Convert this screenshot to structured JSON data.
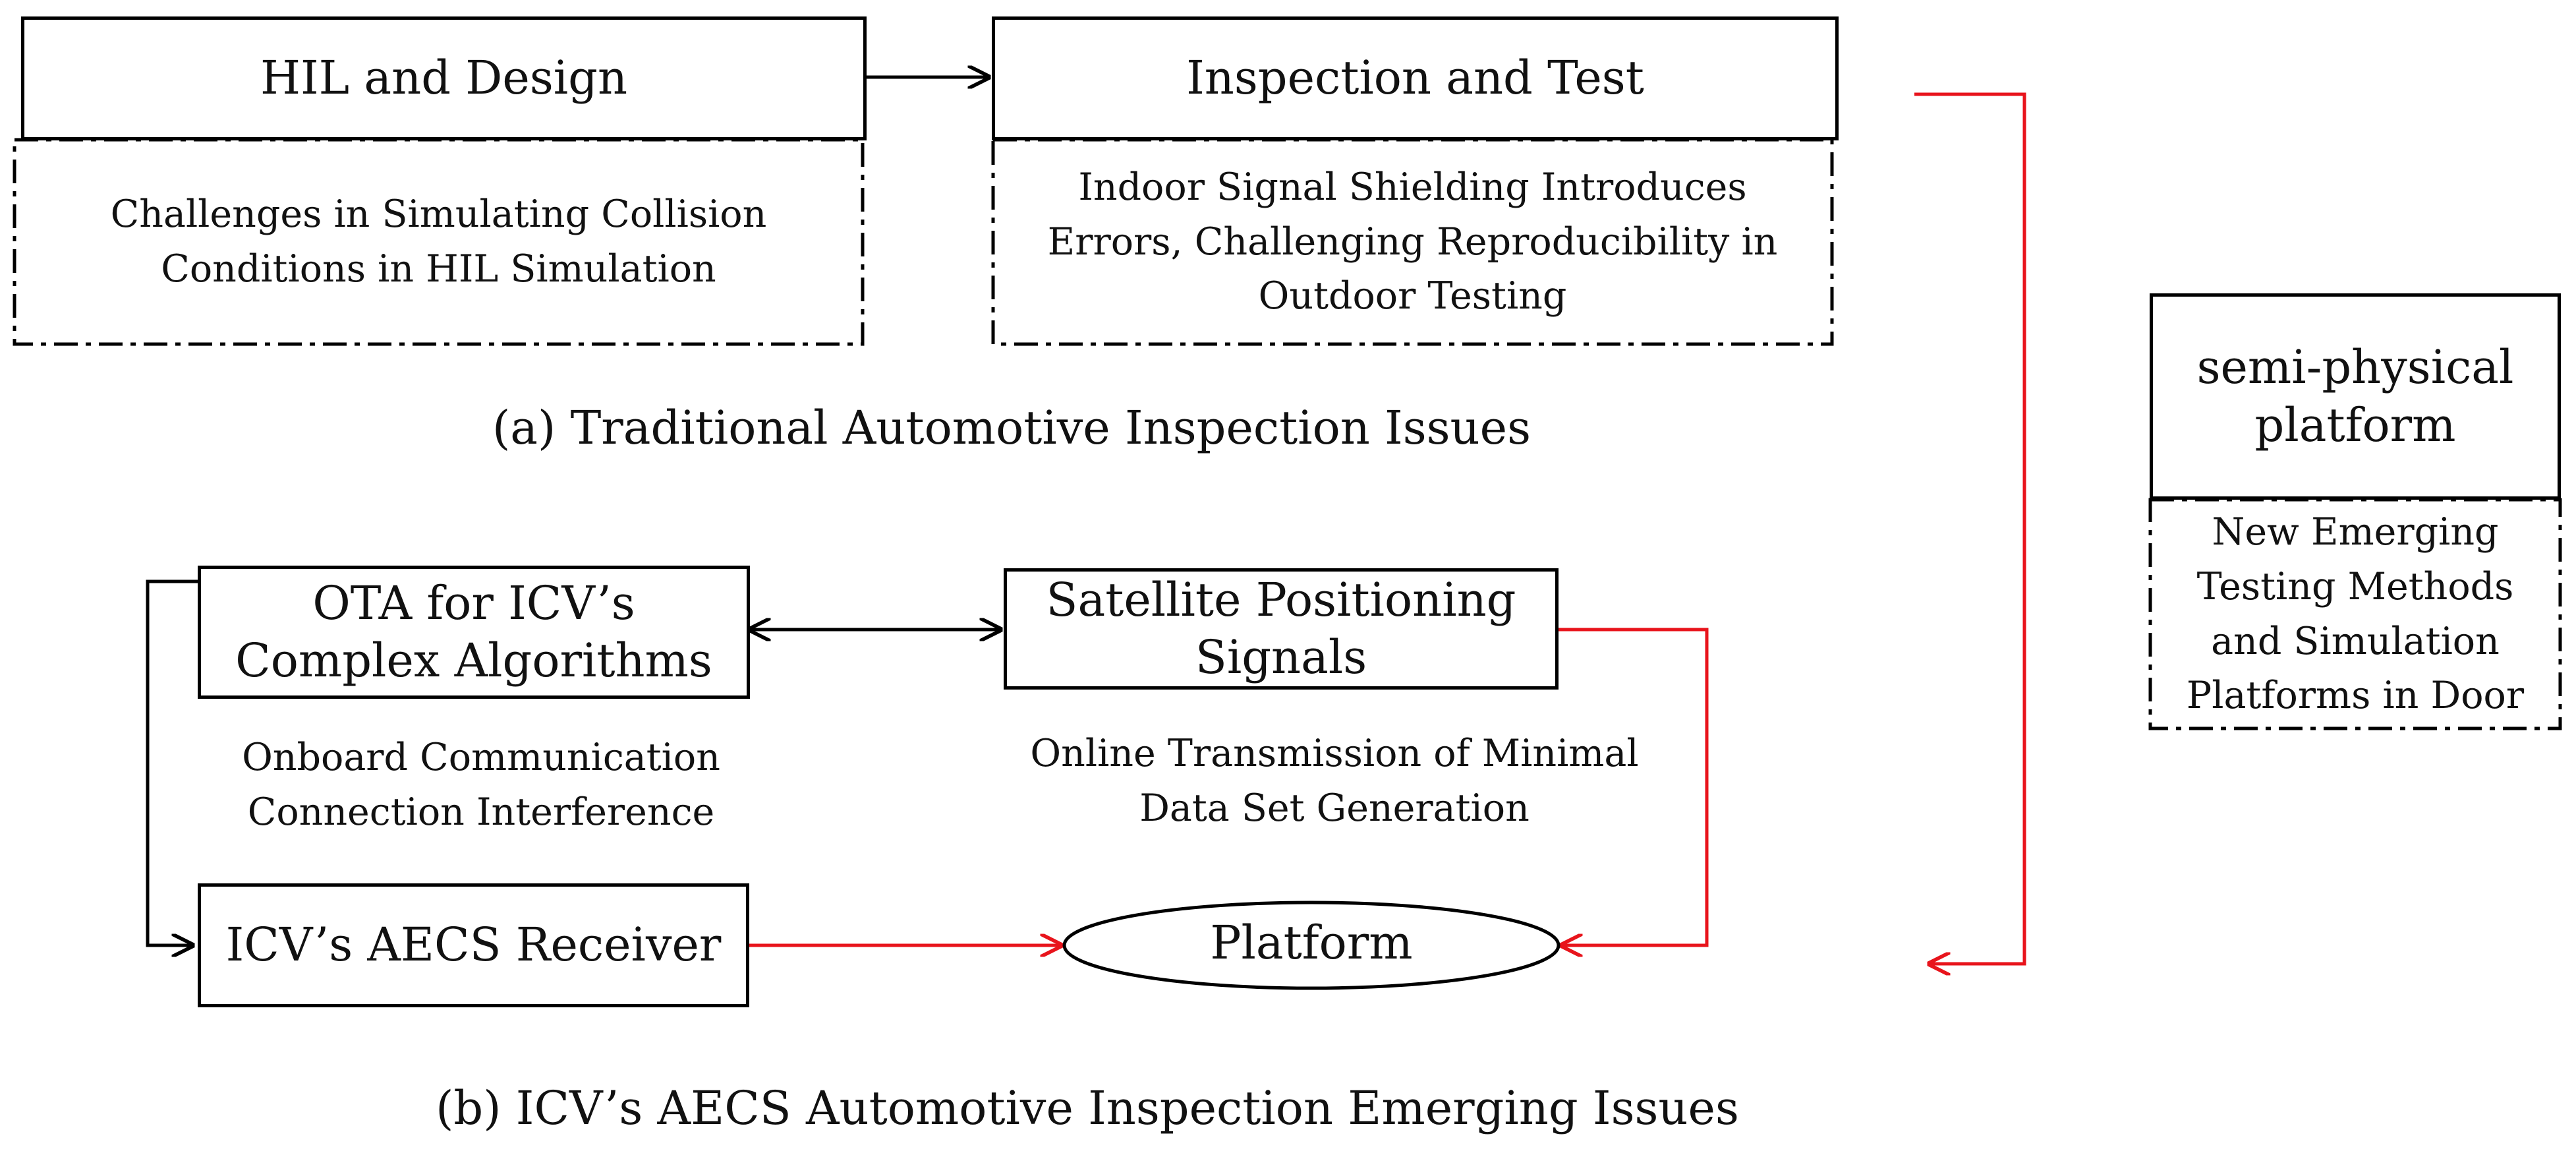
{
  "section_a": {
    "hil_box": "HIL and Design",
    "hil_note": "Challenges in Simulating Collision\nConditions in HIL Simulation",
    "inspection_box": "Inspection and Test",
    "inspection_note": "Indoor Signal Shielding Introduces\nErrors, Challenging Reproducibility in\nOutdoor Testing",
    "caption": "(a) Traditional Automotive Inspection  Issues"
  },
  "section_b": {
    "ota_box": "OTA for ICV’s\nComplex Algorithms",
    "ota_note": "Onboard Communication\nConnection Interference",
    "satellite_box": "Satellite Positioning\nSignals",
    "satellite_note": "Online Transmission of Minimal\nData Set Generation",
    "receiver_box": "ICV’s AECS Receiver",
    "platform_node": "Platform",
    "caption": "(b) ICV’s AECS Automotive Inspection Emerging Issues"
  },
  "right": {
    "semi_box": "semi-physical\nplatform",
    "semi_note": "New Emerging\nTesting Methods\nand Simulation\nPlatforms in Door"
  },
  "colors": {
    "black": "#000000",
    "red": "#e8141c"
  }
}
